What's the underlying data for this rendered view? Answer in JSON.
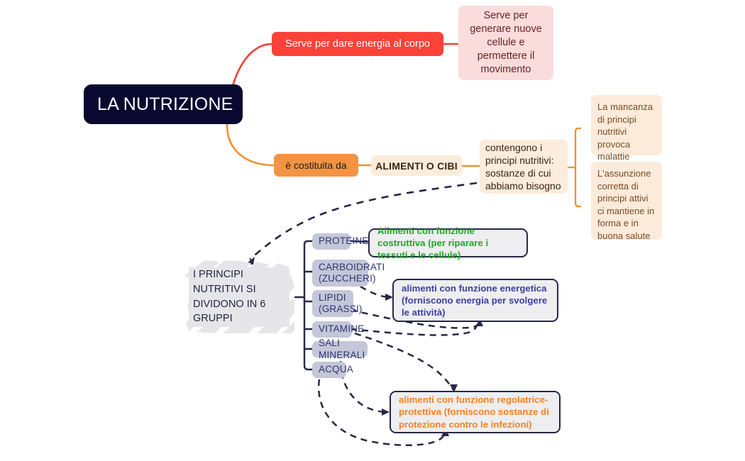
{
  "diagram": {
    "title": "LA NUTRIZIONE",
    "central_node": {
      "label": "LA NUTRIZIONE",
      "color": "#080830",
      "text_color": "#ffffff"
    },
    "branches": {
      "energy": {
        "node": {
          "label": "Serve per dare energia al corpo",
          "color": "#fa4238",
          "text_color": "#ffffff"
        },
        "detail": {
          "label": "Serve per generare nuove cellule e permettere il movimento",
          "color": "#fadcdc",
          "text_color": "#6b2222"
        },
        "connector_color": "#f04238"
      },
      "composition": {
        "node": {
          "label": "è costituita da",
          "color": "#f49443",
          "text_color": "#1d1d1d"
        },
        "foods": {
          "label": "ALIMENTI O CIBI",
          "color": "#fcecdb",
          "text_color": "#3b2512"
        },
        "contains": {
          "label": "contengono i principi nutritivi: sostanze di cui abbiamo bisogno",
          "color": "#fcecdb",
          "text_color": "#3b2512"
        },
        "consequences": [
          {
            "label": "La mancanza di principi nutritivi provoca malattie",
            "color": "#fcebda",
            "text_color": "#7a4a22"
          },
          {
            "label": "L'assunzione corretta di principi attivi ci mantiene in forma e in buona salute",
            "color": "#fcebda",
            "text_color": "#7a4a22"
          }
        ],
        "connector_color": "#f0912f"
      }
    },
    "groups_node": {
      "label": "I PRINCIPI NUTRITIVI SI DIVIDONO IN 6 GRUPPI",
      "style": "sketch-highlight",
      "color": "#e5e5e8",
      "text_color": "#23233f"
    },
    "nutrients": [
      {
        "name": "PROTEINE",
        "color": "#c3c7d8",
        "text_color": "#2f3470"
      },
      {
        "name": "CARBOIDRATI (ZUCCHERI)",
        "color": "#c3c7d8",
        "text_color": "#2f3470"
      },
      {
        "name": "LIPIDI (GRASSI)",
        "color": "#c3c7d8",
        "text_color": "#2f3470"
      },
      {
        "name": "VITAMINE",
        "color": "#c3c7d8",
        "text_color": "#2f3470"
      },
      {
        "name": "SALI MINERALI",
        "color": "#c3c7d8",
        "text_color": "#2f3470"
      },
      {
        "name": "ACQUA",
        "color": "#c3c7d8",
        "text_color": "#2f3470"
      }
    ],
    "functions": [
      {
        "id": "constructive",
        "label": "Alimenti con funzione costruttiva (per riparare i tessuti e le cellule)",
        "text_color": "#22a52c",
        "color": "#eeeef0",
        "border": "#272747"
      },
      {
        "id": "energetic",
        "label": "alimenti con funzione energetica (forniscono energia per svolgere le attività)",
        "text_color": "#3b3f9e",
        "color": "#eeeef0",
        "border": "#272747"
      },
      {
        "id": "protective",
        "label": "alimenti con funzione regolatrice-protettiva (forniscono sostanze di protezione contro le infezioni)",
        "text_color": "#f58220",
        "color": "#eeeef0",
        "border": "#272747"
      }
    ],
    "connector_dark": "#272747"
  }
}
